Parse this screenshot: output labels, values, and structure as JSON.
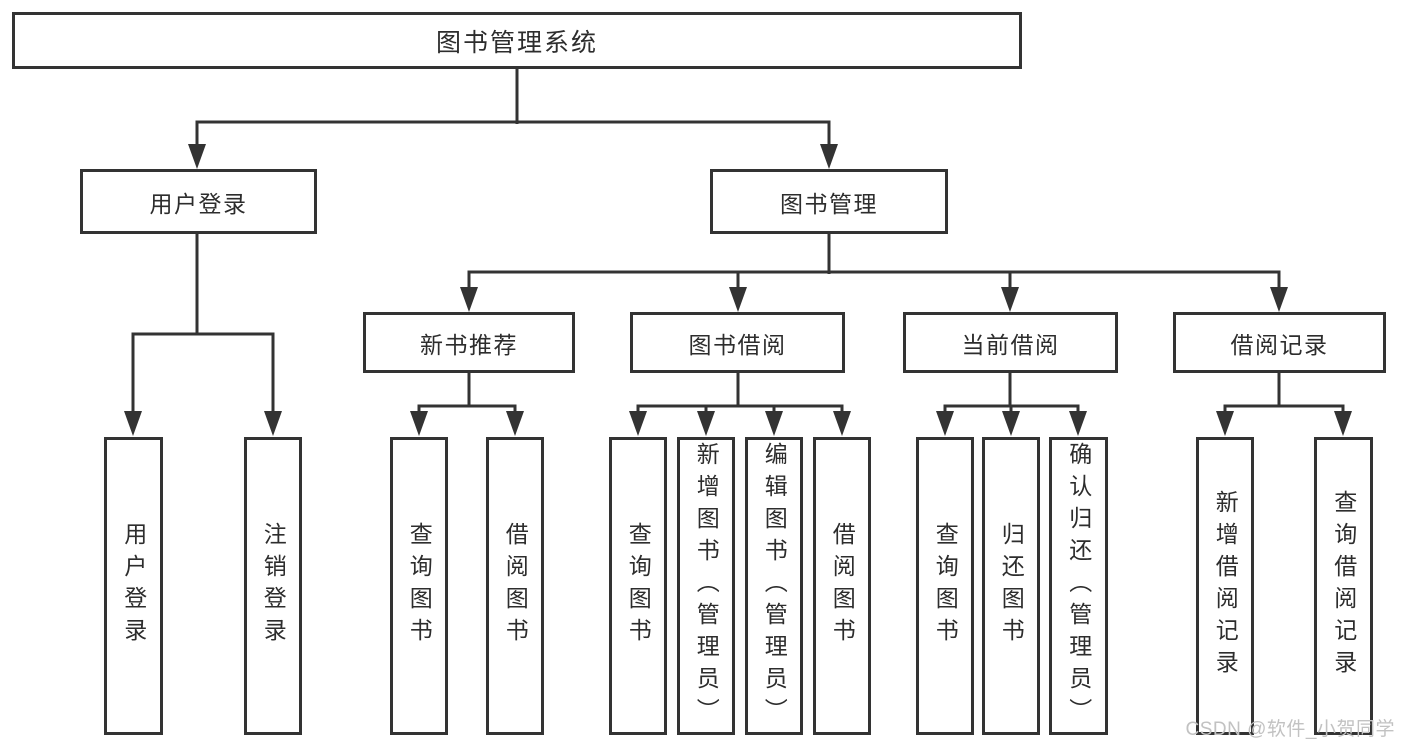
{
  "tree": {
    "root": "图书管理系统",
    "branches": [
      {
        "label": "用户登录",
        "children": [
          "用户登录",
          "注销登录"
        ]
      },
      {
        "label": "图书管理",
        "sections": [
          {
            "label": "新书推荐",
            "children": [
              "查询图书",
              "借阅图书"
            ]
          },
          {
            "label": "图书借阅",
            "children": [
              "查询图书",
              "新增图书（管理员）",
              "编辑图书（管理员）",
              "借阅图书"
            ]
          },
          {
            "label": "当前借阅",
            "children": [
              "查询图书",
              "归还图书",
              "确认归还（管理员）"
            ]
          },
          {
            "label": "借阅记录",
            "children": [
              "新增借阅记录",
              "查询借阅记录"
            ]
          }
        ]
      }
    ]
  },
  "watermark": "CSDN @软件_小贺同学",
  "colors": {
    "line": "#333333",
    "text": "#2d2d2d",
    "watermark": "#c2c2c2",
    "background": "#ffffff"
  }
}
